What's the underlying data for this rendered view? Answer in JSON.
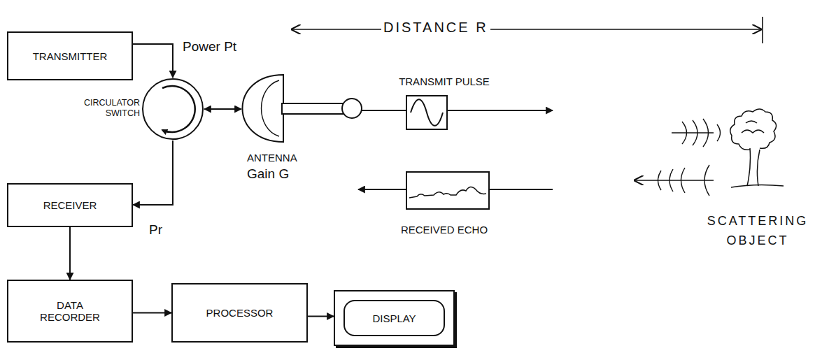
{
  "diagram": {
    "nodes": [
      {
        "text": [
          "TRANSMITTER"
        ]
      },
      {
        "text": [
          "CIRCULATOR SWITCH"
        ]
      },
      {
        "text": [
          "ANTENNA",
          "Gain G"
        ]
      },
      {
        "text": [
          "TRANSMIT PULSE"
        ]
      },
      {
        "text": [
          "RECEIVED ECHO"
        ]
      },
      {
        "text": [
          "RECEIVER"
        ]
      },
      {
        "text": [
          "DATA RECORDER"
        ]
      },
      {
        "text": [
          "PROCESSOR"
        ]
      },
      {
        "text": [
          "DISPLAY"
        ]
      }
    ],
    "edges": [
      {
        "from": 0,
        "to": 1,
        "arrow": "to"
      },
      {
        "from": 1,
        "to": 2,
        "arrow": "both"
      },
      {
        "from": 1,
        "to": 5,
        "arrow": "to"
      },
      {
        "from": 5,
        "to": 6,
        "arrow": "to"
      },
      {
        "from": 6,
        "to": 7,
        "arrow": "to"
      },
      {
        "from": 7,
        "to": 8,
        "arrow": "to"
      }
    ],
    "labels": [
      "DISTANCE R",
      "Power Pt",
      "Pr",
      "SCATTERING OBJECT"
    ]
  }
}
